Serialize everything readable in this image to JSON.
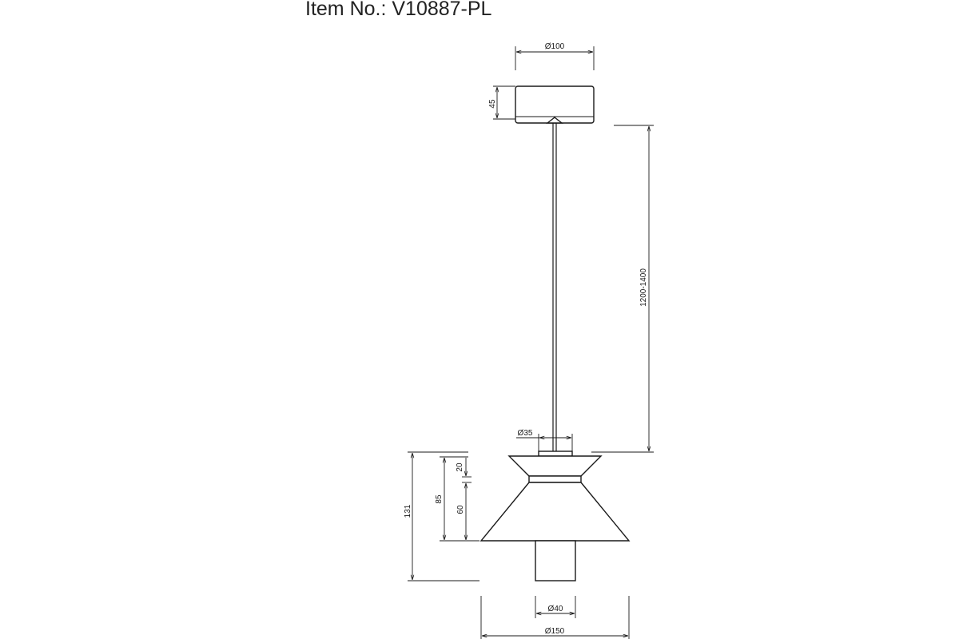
{
  "title": "Item No.: V10887-PL",
  "dimensions": {
    "canopy_diameter": "Ø100",
    "canopy_height": "45",
    "cable_length": "1200-1400",
    "top_diameter": "Ø35",
    "total_height": "131",
    "shade_height": "85",
    "band_height": "20",
    "lower_shade_height": "60",
    "bottom_diameter": "Ø40",
    "shade_diameter": "Ø150"
  }
}
